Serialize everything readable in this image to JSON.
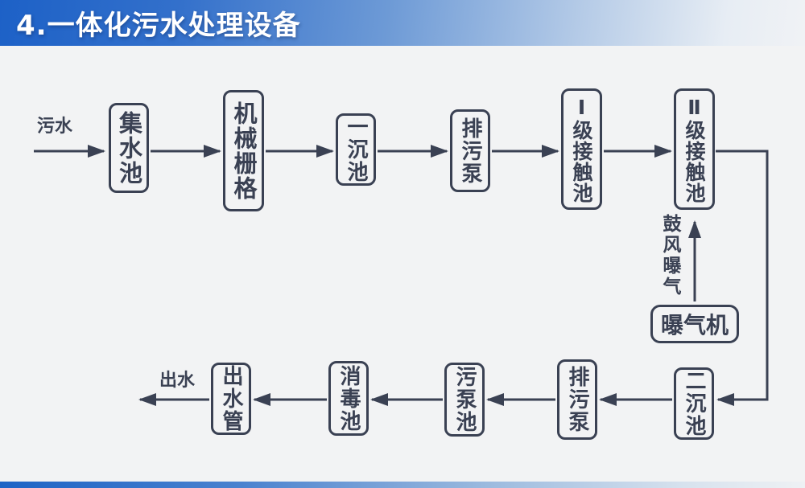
{
  "title": "4.一体化污水处理设备",
  "colors": {
    "accent_blue": "#1d61c7",
    "ink": "#3a4153",
    "background": "#f2f3f4"
  },
  "flowchart": {
    "inflow_label": "污水",
    "outflow_label": "出水",
    "aeration_flow_label": "鼓风曝气",
    "nodes": {
      "collecting_tank": "集水池",
      "mechanical_grid": "机械栅格",
      "primary_sedimentation_tank": "一沉池",
      "sewage_discharge_pump_top": "排污泵",
      "stage1_contact_tank": "Ⅰ级接触池",
      "stage2_contact_tank": "Ⅱ级接触池",
      "aerator": "曝气机",
      "secondary_sedimentation_tank": "二沉池",
      "sewage_discharge_pump_bottom": "排污泵",
      "sludge_pump_tank": "污泵池",
      "disinfection_tank": "消毒池",
      "outlet_pipe": "出水管"
    }
  }
}
